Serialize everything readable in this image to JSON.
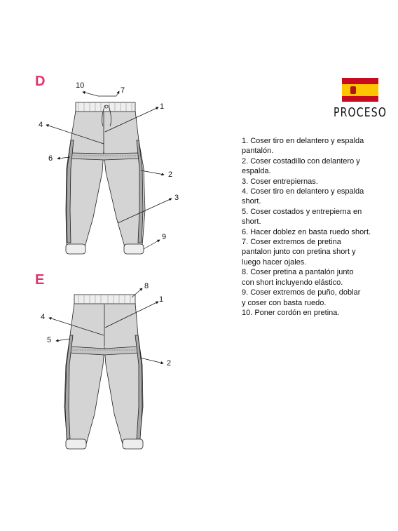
{
  "sections": [
    {
      "letter": "D",
      "callouts": [
        "10",
        "7",
        "1",
        "4",
        "6",
        "2",
        "3",
        "9"
      ]
    },
    {
      "letter": "E",
      "callouts": [
        "8",
        "1",
        "4",
        "5",
        "2"
      ]
    }
  ],
  "proceso": {
    "title": "PROCESO",
    "flag_icon": "spain-flag-icon",
    "steps": [
      "1. Coser tiro en delantero y espalda\n pantalón.",
      "2. Coser costadillo con delantero y\n espalda.",
      "3. Coser entrepiernas.",
      "4. Coser tiro en delantero y espalda\n short.",
      "5. Coser costados y entrepierna en\n short.",
      "6. Hacer doblez en basta ruedo short.",
      "7. Coser extremos de pretina\n pantalon junto con pretina short y\n luego hacer ojales.",
      "8. Coser pretina a pantalón junto\n con short incluyendo elástico.",
      "9. Coser extremos de puño, doblar\n y coser con basta ruedo.",
      "10. Poner cordón en pretina."
    ]
  },
  "colors": {
    "accent": "#e0336f",
    "garment_fill": "#d4d4d4",
    "stripe": "#a8a8a8",
    "flag_red": "#c60b1e",
    "flag_yellow": "#ffc400"
  }
}
